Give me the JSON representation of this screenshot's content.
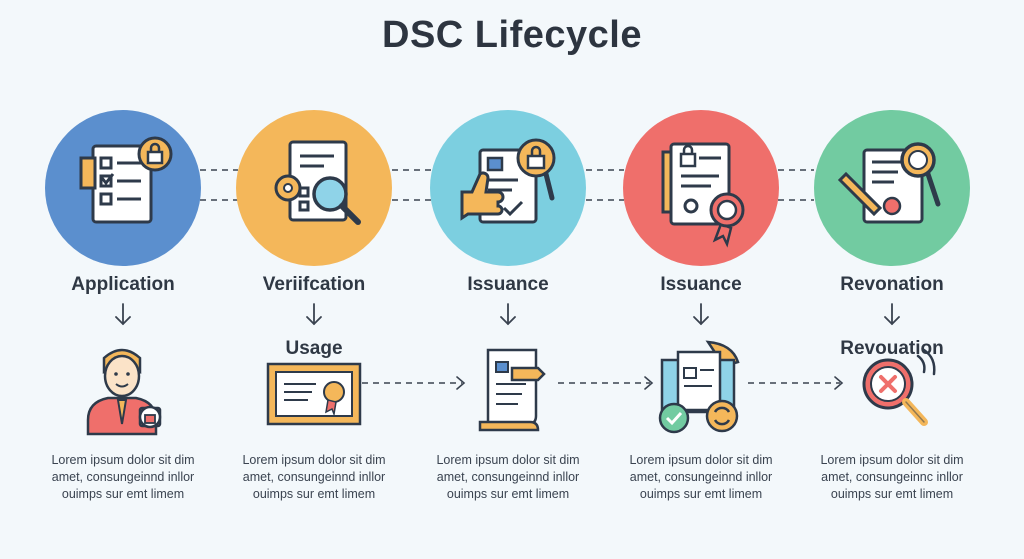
{
  "title": "DSC Lifecycle",
  "stages": [
    {
      "label": "Application",
      "color": "#5b8fce",
      "icon": "application-checklist-lock-icon"
    },
    {
      "label": "Veriifcation",
      "color": "#f4b75a",
      "icon": "verification-magnifier-gear-icon"
    },
    {
      "label": "Issuance",
      "color": "#7ccfe0",
      "icon": "issuance-thumbs-up-lock-icon"
    },
    {
      "label": "Issuance",
      "color": "#ef6f6b",
      "icon": "issuance-certificate-seal-icon"
    },
    {
      "label": "Revonation",
      "color": "#72cba1",
      "icon": "revocation-pen-magnifier-icon"
    }
  ],
  "sub_labels": {
    "usage": "Usage",
    "revocation": "Revouation"
  },
  "bottom_items": [
    {
      "icon": "user-lock-icon",
      "desc": [
        "Lorem ipsum dolor sit dim",
        "amet, consungeinnd inllor",
        "ouimps sur emt limem"
      ]
    },
    {
      "icon": "certificate-icon",
      "desc": [
        "Lorem ipsum dolor sit dim",
        "amet, consungeinnd inllor",
        "ouimps sur emt limem"
      ]
    },
    {
      "icon": "scroll-key-icon",
      "desc": [
        "Lorem ipsum dolor sit dim",
        "amet, consungeinnd inllor",
        "ouimps sur emt limem"
      ]
    },
    {
      "icon": "verified-document-icon",
      "desc": [
        "Lorem ipsum dolor sit dim",
        "amet, consungeinnd inllor",
        "ouimps sur emt limem"
      ]
    },
    {
      "icon": "revoke-magnifier-icon",
      "desc": [
        "Lorem ipsum dolor sit dim",
        "amet, consungeinnc inllor",
        "ouimps sur emt limem"
      ]
    }
  ]
}
